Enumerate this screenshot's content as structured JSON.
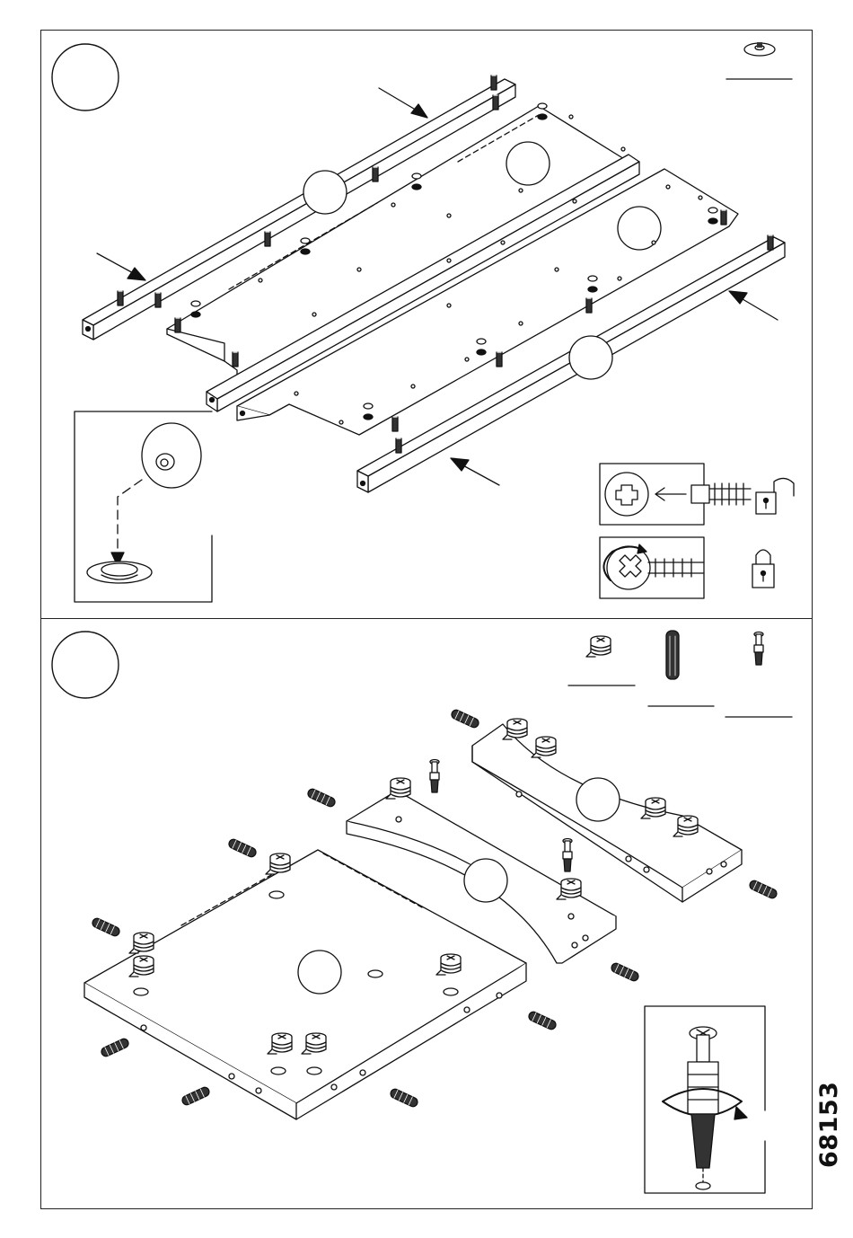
{
  "document": {
    "code": "68153",
    "type": "assembly instruction sheet",
    "steps": [
      {
        "panel": "top",
        "step_number": "",
        "quantity_label": ""
      },
      {
        "panel": "bottom",
        "step_number": "",
        "quantity_labels": [
          "",
          "",
          ""
        ]
      }
    ],
    "icons": [
      "cam-disc-icon",
      "cam-lock-fitting-icon",
      "wooden-dowel-icon",
      "cam-bolt-icon",
      "unlock-icon",
      "lock-icon",
      "screwdriver-rotate-icon"
    ]
  }
}
